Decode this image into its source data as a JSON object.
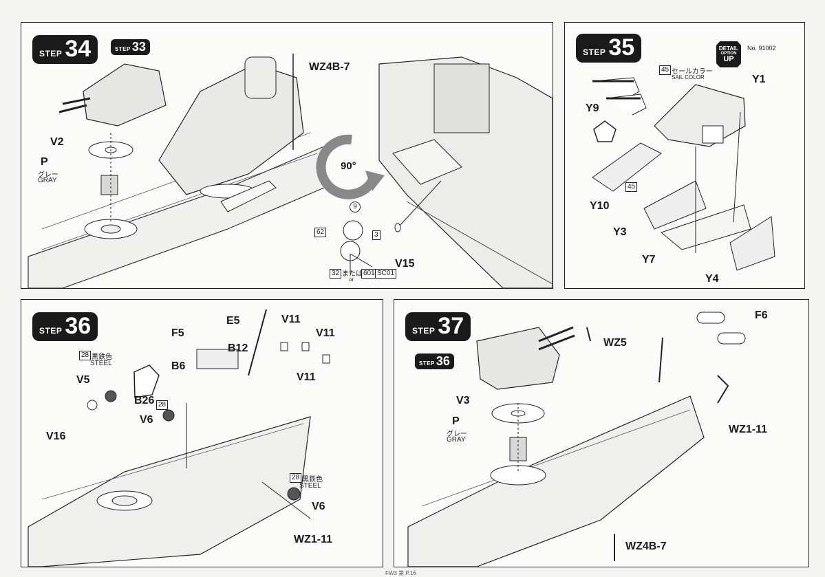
{
  "step34": {
    "badge_word": "STEP",
    "badge_num": "34",
    "ref_word": "STEP",
    "ref_num": "33",
    "labels": {
      "v2": "V2",
      "p": "P",
      "p_jp": "グレー",
      "p_en": "GRAY",
      "wz4b7": "WZ4B-7",
      "v15": "V15",
      "rotate": "90°",
      "n9": "9",
      "n62": "62",
      "n3": "3",
      "n32": "32",
      "or_jp": "または",
      "or_en": "or",
      "n601": "601",
      "sc01": "SC01"
    }
  },
  "step35": {
    "badge_word": "STEP",
    "badge_num": "35",
    "detail": {
      "line1": "DETAIL",
      "line2": "OPTION",
      "line3": "UP"
    },
    "catalog_no": "No. 91002",
    "labels": {
      "y1": "Y1",
      "y9": "Y9",
      "y10": "Y10",
      "y3": "Y3",
      "y7": "Y7",
      "y4": "Y4",
      "n45": "45",
      "n45b": "45",
      "sail_jp": "セールカラー",
      "sail_en": "SAIL COLOR"
    }
  },
  "step36": {
    "badge_word": "STEP",
    "badge_num": "36",
    "labels": {
      "e5": "E5",
      "v11a": "V11",
      "v11b": "V11",
      "v11c": "V11",
      "f5": "F5",
      "b12": "B12",
      "b6": "B6",
      "b26": "B26",
      "v5": "V5",
      "v6a": "V6",
      "v6b": "V6",
      "v16": "V16",
      "wz111": "WZ1-11",
      "n28a": "28",
      "n28b": "28",
      "n28c": "28",
      "steel_jp": "黒鉄色",
      "steel_en": "STEEL",
      "steel_jp2": "黒鉄色",
      "steel_en2": "STEEL"
    }
  },
  "step37": {
    "badge_word": "STEP",
    "badge_num": "37",
    "ref_word": "STEP",
    "ref_num": "36",
    "labels": {
      "f6": "F6",
      "wz5": "WZ5",
      "v3": "V3",
      "p": "P",
      "p_jp": "グレー",
      "p_en": "GRAY",
      "wz111": "WZ1-11",
      "wz4b7": "WZ4B-7"
    }
  },
  "footer": "FW3 第 P.16"
}
